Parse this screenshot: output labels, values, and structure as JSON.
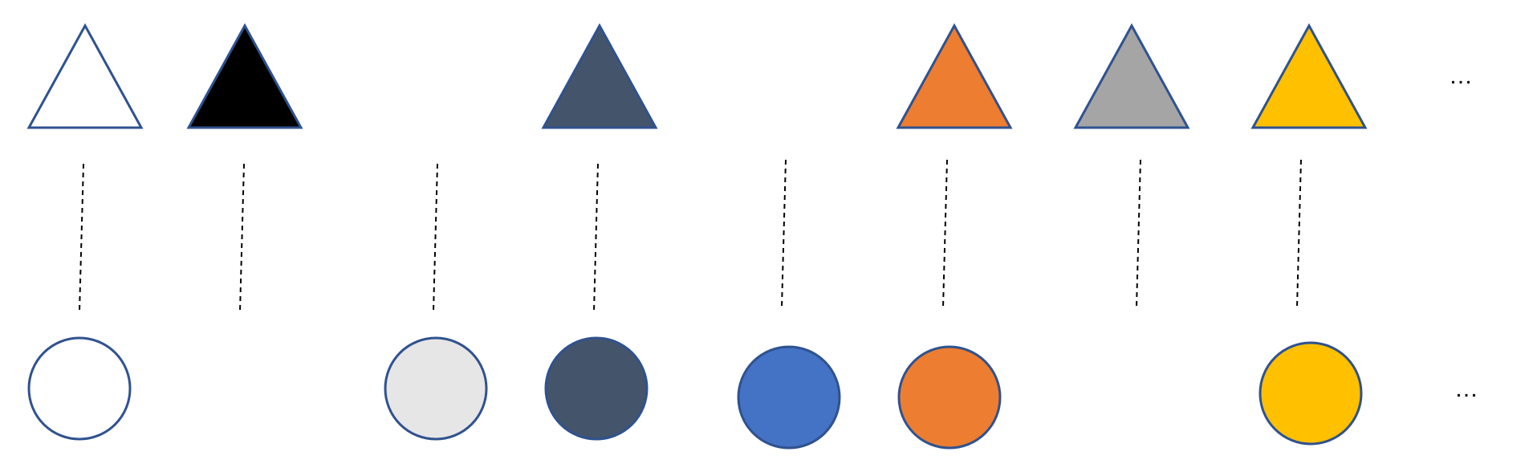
{
  "colors": {
    "outline": "#2F528F",
    "white": "#FFFFFF",
    "black": "#000000",
    "dark_slate": "#44546A",
    "light_gray": "#E7E6E6",
    "blue": "#4472C4",
    "orange": "#ED7D31",
    "gray": "#A5A5A5",
    "gold": "#FFC000",
    "connector": "#000000"
  },
  "triangles": [
    {
      "shape": "triangle",
      "fill": "#FFFFFF"
    },
    {
      "shape": "triangle",
      "fill": "#000000"
    },
    {
      "shape": "triangle",
      "fill": "#44546A"
    },
    {
      "shape": "triangle",
      "fill": "#ED7D31"
    },
    {
      "shape": "triangle",
      "fill": "#A5A5A5"
    },
    {
      "shape": "triangle",
      "fill": "#FFC000"
    }
  ],
  "circles": [
    {
      "shape": "circle",
      "fill": "#FFFFFF"
    },
    {
      "shape": "circle",
      "fill": "#E7E6E6"
    },
    {
      "shape": "circle",
      "fill": "#44546A"
    },
    {
      "shape": "circle",
      "fill": "#4472C4"
    },
    {
      "shape": "circle",
      "fill": "#ED7D31"
    },
    {
      "shape": "circle",
      "fill": "#FFC000"
    }
  ],
  "connectors": {
    "style": "dashed",
    "count": 8
  },
  "ellipsis": {
    "top": "…",
    "bottom": "…"
  }
}
